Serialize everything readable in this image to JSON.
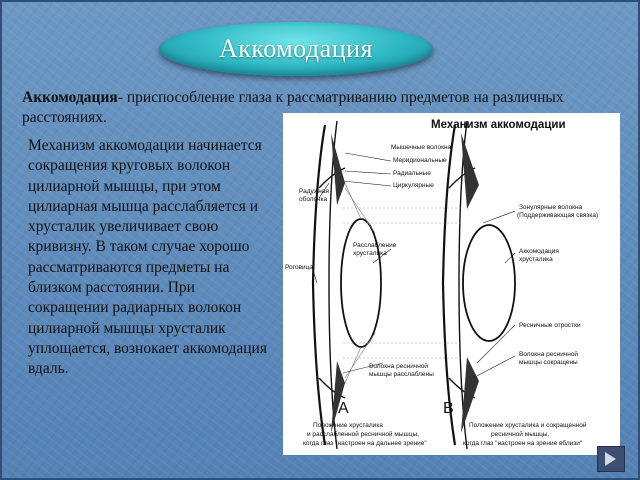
{
  "slide": {
    "title": "Аккомодация",
    "definition_term": "Аккомодация",
    "definition_rest": "- приспособление глаза к рассматриванию предметов на различных расстояниях.",
    "body_text": "Механизм аккомодации начинается сокращения круговых волокон цилиарной мышцы, при этом цилиарная мышца расслабляется и хрусталик увеличивает свою кривизну. В таком случае хорошо рассматриваются предметы на близком расстоянии. При сокращении радиарных волокон цилиарной мышцы хрусталик уплощается, вознокает аккомодация вдаль."
  },
  "diagram": {
    "title": "Механизм аккомодации",
    "muscle_fibers": "Мышечные волокна:",
    "meridional": "Меридиональные",
    "radial": "Радиальные",
    "circular": "Циркулярные",
    "iris_1": "Радужная",
    "iris_2": "оболочка",
    "cornea": "Роговица",
    "relax_1": "Расслабление",
    "relax_2": "хрусталика",
    "accom_1": "Аккомодация",
    "accom_2": "хрусталика",
    "zonule_1": "Зонулярные волокна",
    "zonule_2": "(Поддерживающая связка)",
    "ciliary_processes": "Ресничные отростки",
    "fibers_relaxed_1": "Волокна ресничной",
    "fibers_relaxed_2": "мышцы расслаблены",
    "fibers_contracted_1": "Волокна ресничной",
    "fibers_contracted_2": "мышцы сокращены",
    "label_a": "А",
    "label_b": "В",
    "caption_a_1": "Положение хрусталика",
    "caption_a_2": "и расслабленной ресничной мышцы,",
    "caption_a_3": "когда глаз \"настроен на дальнее зрение\"",
    "caption_b_1": "Положение хрусталика и сокращенной",
    "caption_b_2": "ресничной мышцы,",
    "caption_b_3": "когда глаз \"настроен на зрение вблизи\""
  }
}
